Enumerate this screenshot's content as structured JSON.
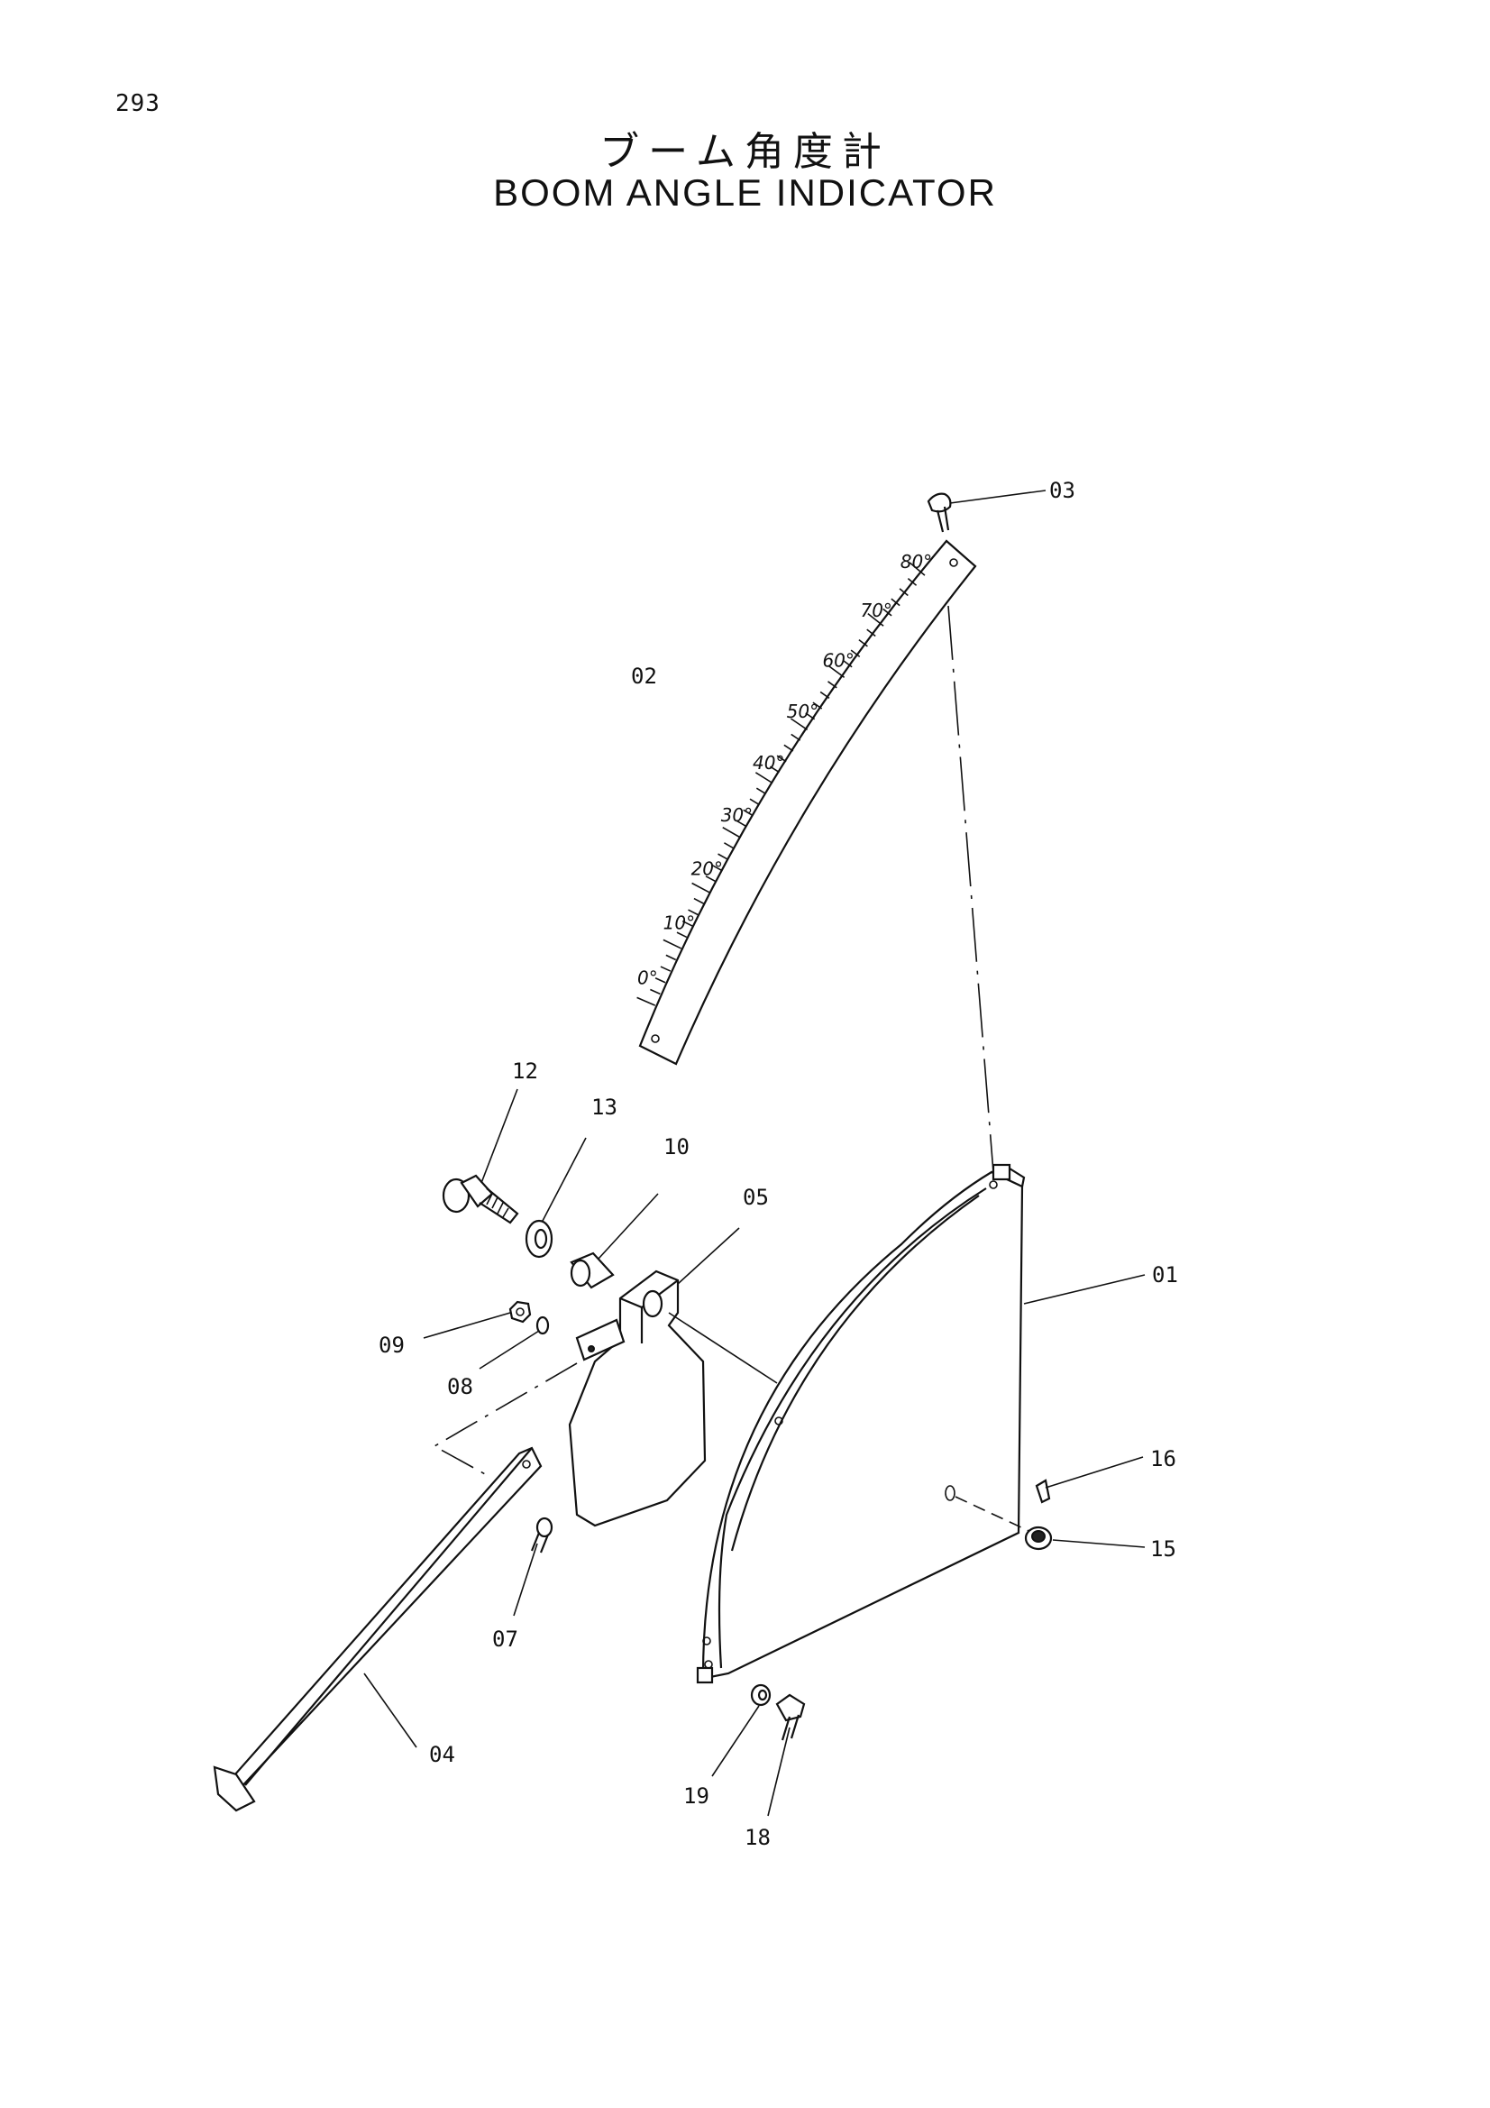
{
  "page_number": "293",
  "title_jp": "ブーム角度計",
  "title_en": "BOOM  ANGLE  INDICATOR",
  "scale_labels": [
    "0°",
    "10°",
    "20°",
    "30°",
    "40°",
    "50°",
    "60°",
    "70°",
    "80°"
  ],
  "callouts": {
    "p01": "01",
    "p02": "02",
    "p03": "03",
    "p04": "04",
    "p05": "05",
    "p07": "07",
    "p08": "08",
    "p09": "09",
    "p10": "10",
    "p12": "12",
    "p13": "13",
    "p15": "15",
    "p16": "16",
    "p18": "18",
    "p19": "19"
  }
}
